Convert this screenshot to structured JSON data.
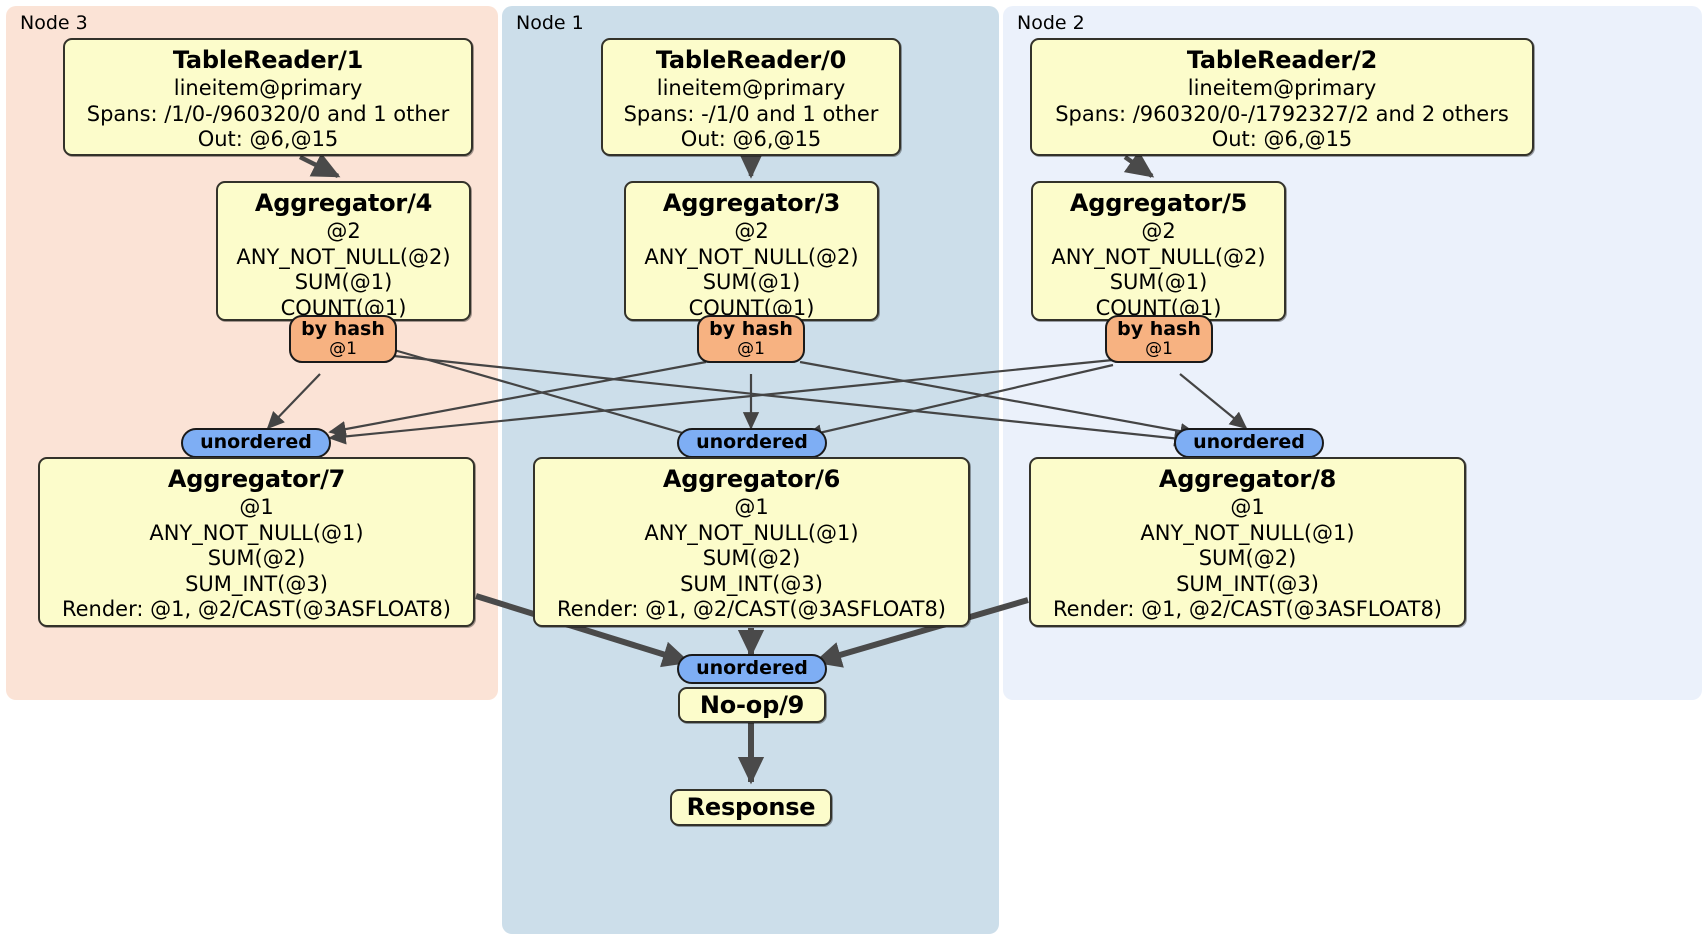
{
  "diagram": {
    "title": "Distributed query plan",
    "colors": {
      "node3_bg": "#fbe3d6",
      "node1_bg": "#ccdeea",
      "node2_bg": "#ebf1fb",
      "box_bg": "#fcfccb",
      "hash_pill": "#f7b281",
      "unordered_pill": "#7eaef4",
      "edge": "#4a4a4a"
    }
  },
  "regions": [
    {
      "id": "node3",
      "label": "Node 3"
    },
    {
      "id": "node1",
      "label": "Node 1"
    },
    {
      "id": "node2",
      "label": "Node 2"
    }
  ],
  "processors": {
    "tablereader1": {
      "title": "TableReader/1",
      "lines": [
        "lineitem@primary",
        "Spans: /1/0-/960320/0 and 1 other",
        "Out: @6,@15"
      ]
    },
    "tablereader0": {
      "title": "TableReader/0",
      "lines": [
        "lineitem@primary",
        "Spans: -/1/0 and 1 other",
        "Out: @6,@15"
      ]
    },
    "tablereader2": {
      "title": "TableReader/2",
      "lines": [
        "lineitem@primary",
        "Spans: /960320/0-/1792327/2 and 2 others",
        "Out: @6,@15"
      ]
    },
    "aggregator4": {
      "title": "Aggregator/4",
      "lines": [
        "@2",
        "ANY_NOT_NULL(@2)",
        "SUM(@1)",
        "COUNT(@1)"
      ]
    },
    "aggregator3": {
      "title": "Aggregator/3",
      "lines": [
        "@2",
        "ANY_NOT_NULL(@2)",
        "SUM(@1)",
        "COUNT(@1)"
      ]
    },
    "aggregator5": {
      "title": "Aggregator/5",
      "lines": [
        "@2",
        "ANY_NOT_NULL(@2)",
        "SUM(@1)",
        "COUNT(@1)"
      ]
    },
    "aggregator7": {
      "title": "Aggregator/7",
      "lines": [
        "@1",
        "ANY_NOT_NULL(@1)",
        "SUM(@2)",
        "SUM_INT(@3)",
        "Render: @1, @2/CAST(@3ASFLOAT8)"
      ]
    },
    "aggregator6": {
      "title": "Aggregator/6",
      "lines": [
        "@1",
        "ANY_NOT_NULL(@1)",
        "SUM(@2)",
        "SUM_INT(@3)",
        "Render: @1, @2/CAST(@3ASFLOAT8)"
      ]
    },
    "aggregator8": {
      "title": "Aggregator/8",
      "lines": [
        "@1",
        "ANY_NOT_NULL(@1)",
        "SUM(@2)",
        "SUM_INT(@3)",
        "Render: @1, @2/CAST(@3ASFLOAT8)"
      ]
    },
    "noop9": {
      "title": "No-op/9",
      "lines": []
    },
    "response": {
      "title": "Response",
      "lines": []
    }
  },
  "routers": {
    "hash_left": {
      "main": "by hash",
      "sub": "@1"
    },
    "hash_center": {
      "main": "by hash",
      "sub": "@1"
    },
    "hash_right": {
      "main": "by hash",
      "sub": "@1"
    }
  },
  "synchronizers": {
    "unordered_left": {
      "label": "unordered"
    },
    "unordered_center": {
      "label": "unordered"
    },
    "unordered_right": {
      "label": "unordered"
    },
    "unordered_final": {
      "label": "unordered"
    }
  }
}
